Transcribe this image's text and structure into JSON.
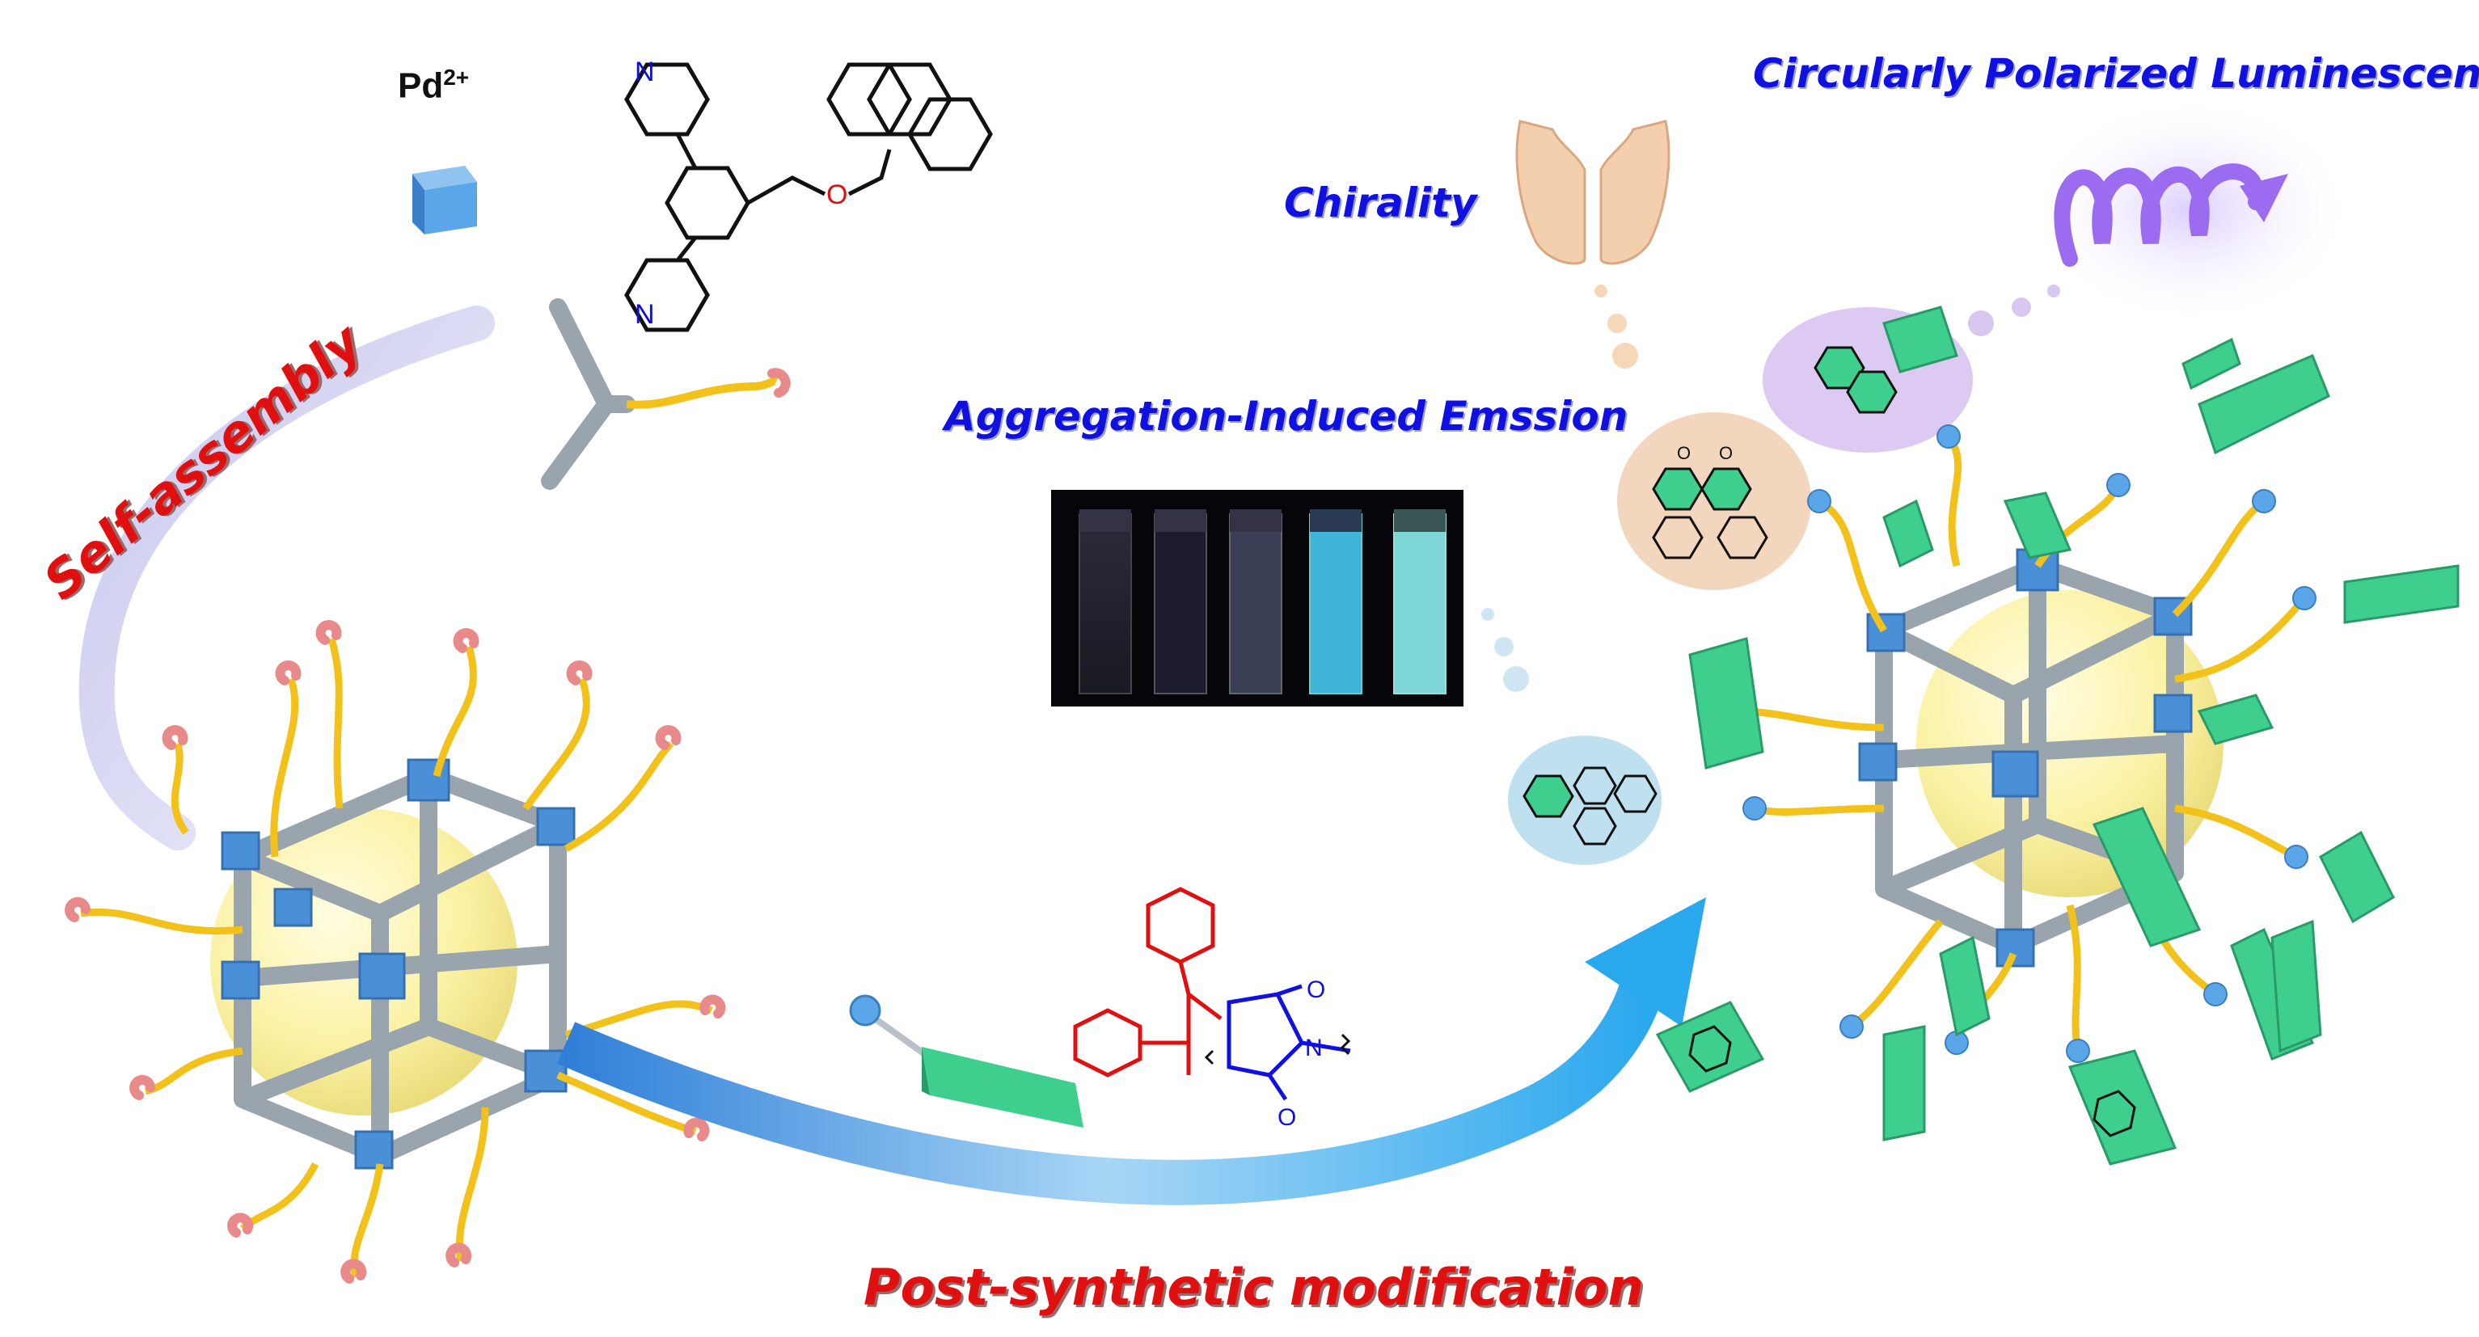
{
  "labels": {
    "pd_ion": "Pd",
    "pd_charge": "2+",
    "self_assembly": "Self-assembly",
    "aie": "Aggregation-Induced Emssion",
    "chirality": "Chirality",
    "cpl": "Circularly Polarized Luminescence",
    "psm": "Post-synthetic modification"
  },
  "chem_atoms": {
    "n": "N",
    "o": "O"
  },
  "colors": {
    "label_blue": "#1010e0",
    "label_red": "#e01010",
    "cube_blue": "#4a90d9",
    "frame_gray": "#9aa4ad",
    "linker_yellow": "#f2c21a",
    "terminal_pink": "#e88a8a",
    "block_green": "#3ecf8e",
    "sphere_yellow": "#fff4a0",
    "arrow_blue": "#3aa8e8",
    "helix_purple": "#9b6cf0"
  },
  "vials": {
    "count": 5
  }
}
